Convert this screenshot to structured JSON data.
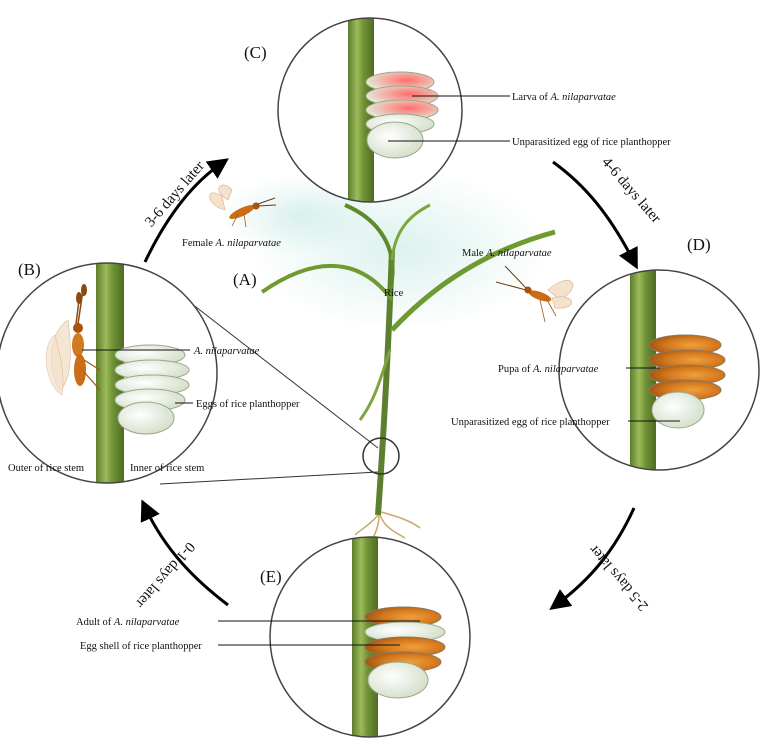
{
  "panels": {
    "a": "(A)",
    "b": "(B)",
    "c": "(C)",
    "d": "(D)",
    "e": "(E)"
  },
  "timings": {
    "b_to_c": "3-6 days later",
    "c_to_d": "4-6 days later",
    "d_to_e": "2-5 days later",
    "e_to_b": "0-1 days later"
  },
  "labels": {
    "rice": "Rice",
    "female": {
      "prefix": "Female ",
      "species": "A. nilaparvatae"
    },
    "male": {
      "prefix": "Male ",
      "species": "A. nilaparvatae"
    },
    "b_wasp": {
      "species": "A. nilaparvatae"
    },
    "b_eggs": "Eggs of rice planthopper",
    "b_outer": "Outer of rice stem",
    "b_inner": "Inner of rice stem",
    "c_larva": {
      "prefix": "Larva of ",
      "species": "A. nilaparvatae"
    },
    "c_unpar": "Unparasitized egg of rice planthopper",
    "d_pupa": {
      "prefix": "Pupa of ",
      "species": "A. nilaparvatae"
    },
    "d_unpar": "Unparasitized egg of rice planthopper",
    "e_adult": {
      "prefix": "Adult of ",
      "species": "A. nilaparvatae"
    },
    "e_shell": "Egg shell of rice planthopper"
  }
}
